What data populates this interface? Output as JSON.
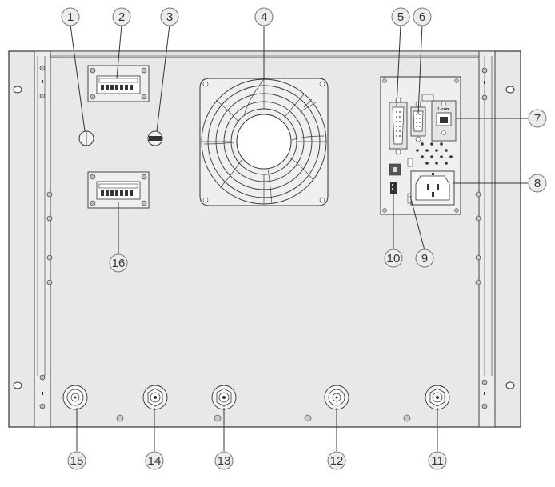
{
  "colors": {
    "panel": "#e8e8e8",
    "stroke": "#333333",
    "callout_fill": "#ececec",
    "background": "#ffffff"
  },
  "callouts": [
    {
      "id": "1",
      "label": "1"
    },
    {
      "id": "2",
      "label": "2"
    },
    {
      "id": "3",
      "label": "3"
    },
    {
      "id": "4",
      "label": "4"
    },
    {
      "id": "5",
      "label": "5"
    },
    {
      "id": "6",
      "label": "6"
    },
    {
      "id": "7",
      "label": "7"
    },
    {
      "id": "8",
      "label": "8"
    },
    {
      "id": "9",
      "label": "9"
    },
    {
      "id": "10",
      "label": "10"
    },
    {
      "id": "11",
      "label": "11"
    },
    {
      "id": "12",
      "label": "12"
    },
    {
      "id": "13",
      "label": "13"
    },
    {
      "id": "14",
      "label": "14"
    },
    {
      "id": "15",
      "label": "15"
    },
    {
      "id": "16",
      "label": "16"
    }
  ],
  "pcb_label": "L-com"
}
